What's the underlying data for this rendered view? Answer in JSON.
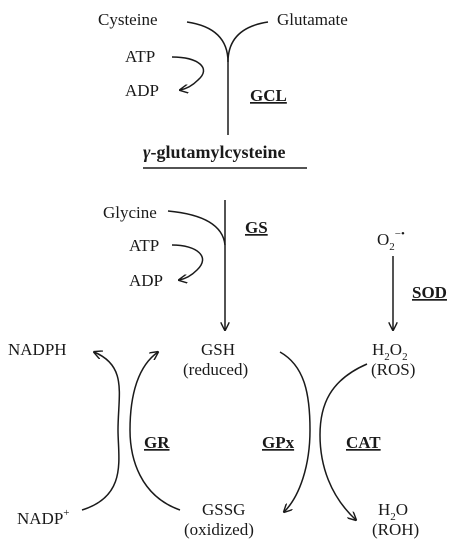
{
  "nodes": {
    "cysteine_top": "Cysteine",
    "glutamate": "Glutamate",
    "atp_1": "ATP",
    "adp_1": "ADP",
    "gamma_symbol": "γ",
    "gamma_rest": "-glutamylcysteine",
    "glycine": "Glycine",
    "atp_2": "ATP",
    "adp_2": "ADP",
    "o2_main": "O",
    "o2_sub": "2",
    "o2_sup": "−•",
    "nadph": "NADPH",
    "gsh": "GSH",
    "gsh_state": "(reduced)",
    "h2o2_h": "H",
    "h2o2_sub1": "2",
    "h2o2_o": "O",
    "h2o2_sub2": "2",
    "ros": "(ROS)",
    "nadp_main": "NADP",
    "nadp_sup": "+",
    "gssg": "GSSG",
    "gssg_state": "(oxidized)",
    "h2o_h": "H",
    "h2o_sub": "2",
    "h2o_o": "O",
    "roh": "(ROH)"
  },
  "enzymes": {
    "gcl": "GCL",
    "gs": "GS",
    "sod": "SOD",
    "gr": "GR",
    "gpx": "GPx",
    "cat": "CAT"
  }
}
